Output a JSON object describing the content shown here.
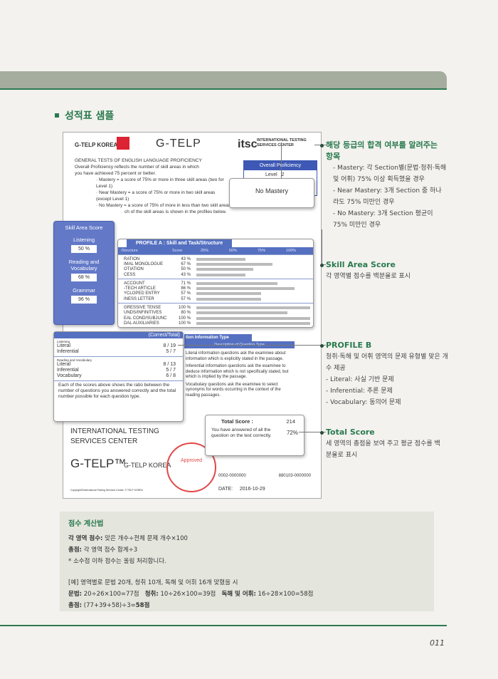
{
  "section_title": "성적표 샘플",
  "report": {
    "logo_left": "G-TELP KOREA",
    "logo_center": "G-TELP",
    "itsc": "itsc",
    "itsc_name_1": "INTERNATIONAL TESTING",
    "itsc_name_2": "SERVICES CENTER",
    "intro": [
      "GENERAL TESTS OF ENGLISH LANGUAGE PROFICIENCY",
      "Overall Proficiency reflects the number of skill areas in which",
      "you have achieved 75 percent or better.",
      "· Mastery = a score of 75% or more in three skill areas (two for Level 1)",
      "· Near Mastery = a score of 75% or more in two skill areas (except Level 1)",
      "· No Mastery = a score of 75% of more in less than two skill areas",
      "ch of the skill areas is shown in the profiles below."
    ],
    "overall_proficiency": "Overall Proficiency",
    "level_label": "Level",
    "level": "2",
    "mastery_result": "No Mastery",
    "skill": {
      "title": "Skill Area Score",
      "items": [
        {
          "name": "Listening",
          "pct": "50 %"
        },
        {
          "name": "Reading and Vocabulary",
          "pct": "68 %"
        },
        {
          "name": "Grammar",
          "pct": "96 %"
        }
      ]
    },
    "profile_a": {
      "title": "PROFILE A : Skill and Task/Structure",
      "cols": [
        "/Structure",
        "Score",
        "25%",
        "50%",
        "75%",
        "100%"
      ],
      "groups": [
        [
          {
            "l": "RATION",
            "s": "43 %",
            "v": 43
          },
          {
            "l": "IMAL MONOLOGUE",
            "s": "67 %",
            "v": 67
          },
          {
            "l": "OTIATION",
            "s": "50 %",
            "v": 50
          },
          {
            "l": "CESS",
            "s": "43 %",
            "v": 43
          }
        ],
        [
          {
            "l": "ACCOUNT",
            "s": "71 %",
            "v": 71
          },
          {
            "l": "-TECH ARTICLE",
            "s": "86 %",
            "v": 86
          },
          {
            "l": "YCLOPED ENTRY",
            "s": "57 %",
            "v": 57
          },
          {
            "l": "INESS LETTER",
            "s": "57 %",
            "v": 57
          }
        ],
        [
          {
            "l": "GRESSIVE TENSE",
            "s": "100 %",
            "v": 100
          },
          {
            "l": "UNDS/INFINITIVES",
            "s": "80 %",
            "v": 80
          },
          {
            "l": "EAL COND/SUBJUNC",
            "s": "100 %",
            "v": 100
          },
          {
            "l": "DAL AUXILIARIES",
            "s": "100 %",
            "v": 100
          }
        ]
      ]
    },
    "profile_b": {
      "header": "(Correct/Total)",
      "listening": "Listening",
      "l_rows": [
        {
          "n": "Literal",
          "v": "8 / 19"
        },
        {
          "n": "Inferential",
          "v": "5 / 7"
        }
      ],
      "reading": "Reading and Vocabulary",
      "r_rows": [
        {
          "n": "Literal",
          "v": "8 / 13"
        },
        {
          "n": "Inferential",
          "v": "5 / 7"
        },
        {
          "n": "Vocabulary",
          "v": "6 / 8"
        }
      ],
      "note": "Each of the scores above shows the ratio between the number of questions you answered correctly and the total number possible for each question type."
    },
    "info_type": {
      "title": "tion Information Type",
      "sub": "Description of Question Type",
      "desc": [
        "Literal information questions ask the examinee about information which is explicitly stated in the passage.",
        "Inferential information questions ask the examinee to deduce information which is not specifically stated, but which is implied by the passage.",
        "Vocabulary questions ask the examinee to select synonyms for words occurring in the context of the reading passages."
      ]
    },
    "total": {
      "label": "Total Score :",
      "value": "214",
      "text": "You have answered of all the question on the test correctly.",
      "pct": "72%"
    },
    "itsc_footer": [
      "INTERNATIONAL TESTING",
      "SERVICES CENTER"
    ],
    "gtelp": "G-TELP™",
    "gtelp_korea": "G-TELP KOREA",
    "stamp": "Approved",
    "ids": [
      "0002-0000000",
      "880103-0000000"
    ],
    "date_label": "DATE:",
    "date": "2016-10-29",
    "copyright": "Copyright©International Testing Services Center, © TELP KOREA"
  },
  "annotations": [
    {
      "title": "해당 등급의 합격 여부를 알려주는 항목",
      "lines": [
        "- Mastery: 각 Section별(문법·청취·독해 및 어휘) 75% 이상 획득했을 경우",
        "- Near Mastery: 3개 Section 중 하나라도 75% 미만인 경우",
        "- No Mastery: 3개 Section 평균이 75% 미만인 경우"
      ]
    },
    {
      "title": "Skill Area Score",
      "lines": [
        "각 영역별 점수를 백분율로 표시"
      ]
    },
    {
      "title": "PROFILE B",
      "lines": [
        "청취·독해 및 어휘 영역의 문제 유형별 맞은 개수 제공",
        "- Literal: 사실 기반 문제",
        "- Inferential: 추론 문제",
        "- Vocabulary: 동의어 문제"
      ]
    },
    {
      "title": "Total Score",
      "lines": [
        "세 영역의 총점을 보여 주고 평균 점수를 백분율로 표시"
      ]
    }
  ],
  "calc": {
    "title": "점수 계산법",
    "l1b": "각 영역 점수:",
    "l1": " 맞은 개수÷전체 문제 개수×100",
    "l2b": "총점:",
    "l2": " 각 영역 점수 합계÷3",
    "l3": "* 소수점 이하 점수는 올림 처리합니다.",
    "l4": "[예] 영역별로 문법 20개, 청취 10개, 독해 및 어휘 16개 맞혔을 시",
    "l5": [
      {
        "b": "문법:",
        "t": " 20÷26×100=77점   "
      },
      {
        "b": "청취:",
        "t": " 10÷26×100=39점   "
      },
      {
        "b": "독해 및 어휘:",
        "t": " 16÷28×100=58점"
      }
    ],
    "l6b": "총점:",
    "l6": " (77+39+58)÷3=",
    "l6r": "58점"
  },
  "page_number": "011"
}
